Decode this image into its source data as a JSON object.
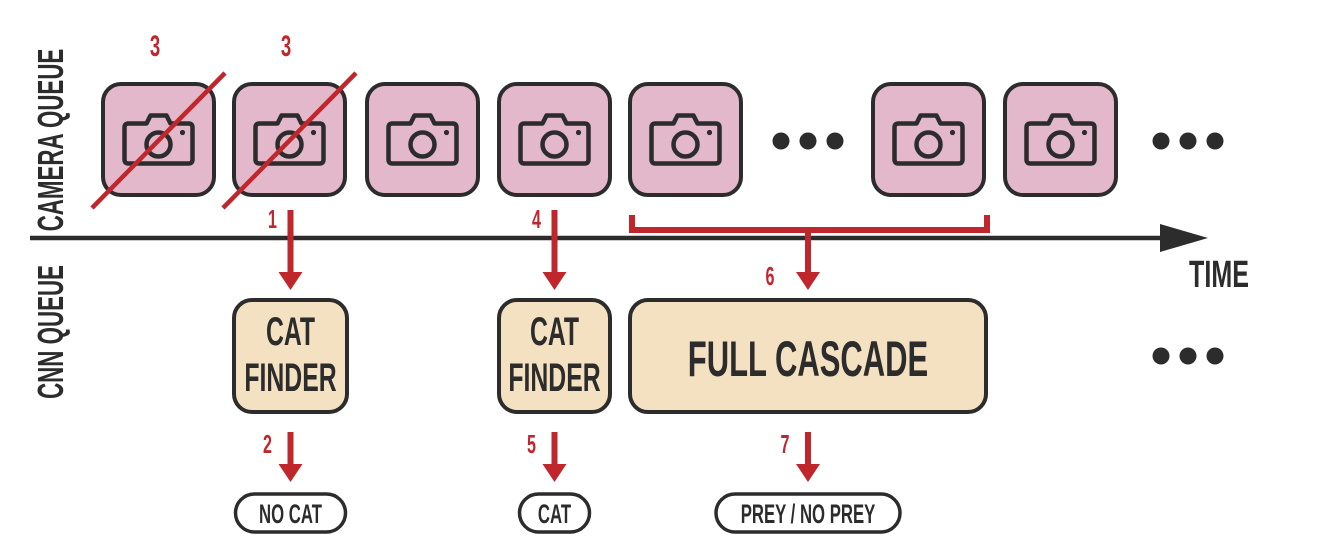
{
  "colors": {
    "frame_fill": "#e2b8ca",
    "box_fill": "#f4e1c1",
    "stroke": "#2c2c2c",
    "accent_red": "#c0272d",
    "timeline": "#2c2c2c"
  },
  "labels": {
    "camera_queue": "CAMERA QUEUE",
    "cnn_queue": "CNN QUEUE",
    "time": "TIME"
  },
  "camera_queue": {
    "frame_icon": "camera-icon",
    "frames": [
      {
        "crossed": true,
        "step": "3"
      },
      {
        "crossed": true,
        "step": "3"
      },
      {
        "crossed": false
      },
      {
        "crossed": false
      },
      {
        "crossed": false
      },
      {
        "crossed": false
      },
      {
        "crossed": false
      }
    ],
    "ellipsis": "•••"
  },
  "cnn_queue": {
    "boxes": [
      {
        "lines": [
          "CAT",
          "FINDER"
        ],
        "in_step": "1",
        "out_step": "2",
        "result": "NO CAT"
      },
      {
        "lines": [
          "CAT",
          "FINDER"
        ],
        "in_step": "4",
        "out_step": "5",
        "result": "CAT"
      },
      {
        "lines": [
          "FULL CASCADE"
        ],
        "in_step": "6",
        "out_step": "7",
        "result": "PREY / NO PREY"
      }
    ],
    "ellipsis": "•••"
  }
}
